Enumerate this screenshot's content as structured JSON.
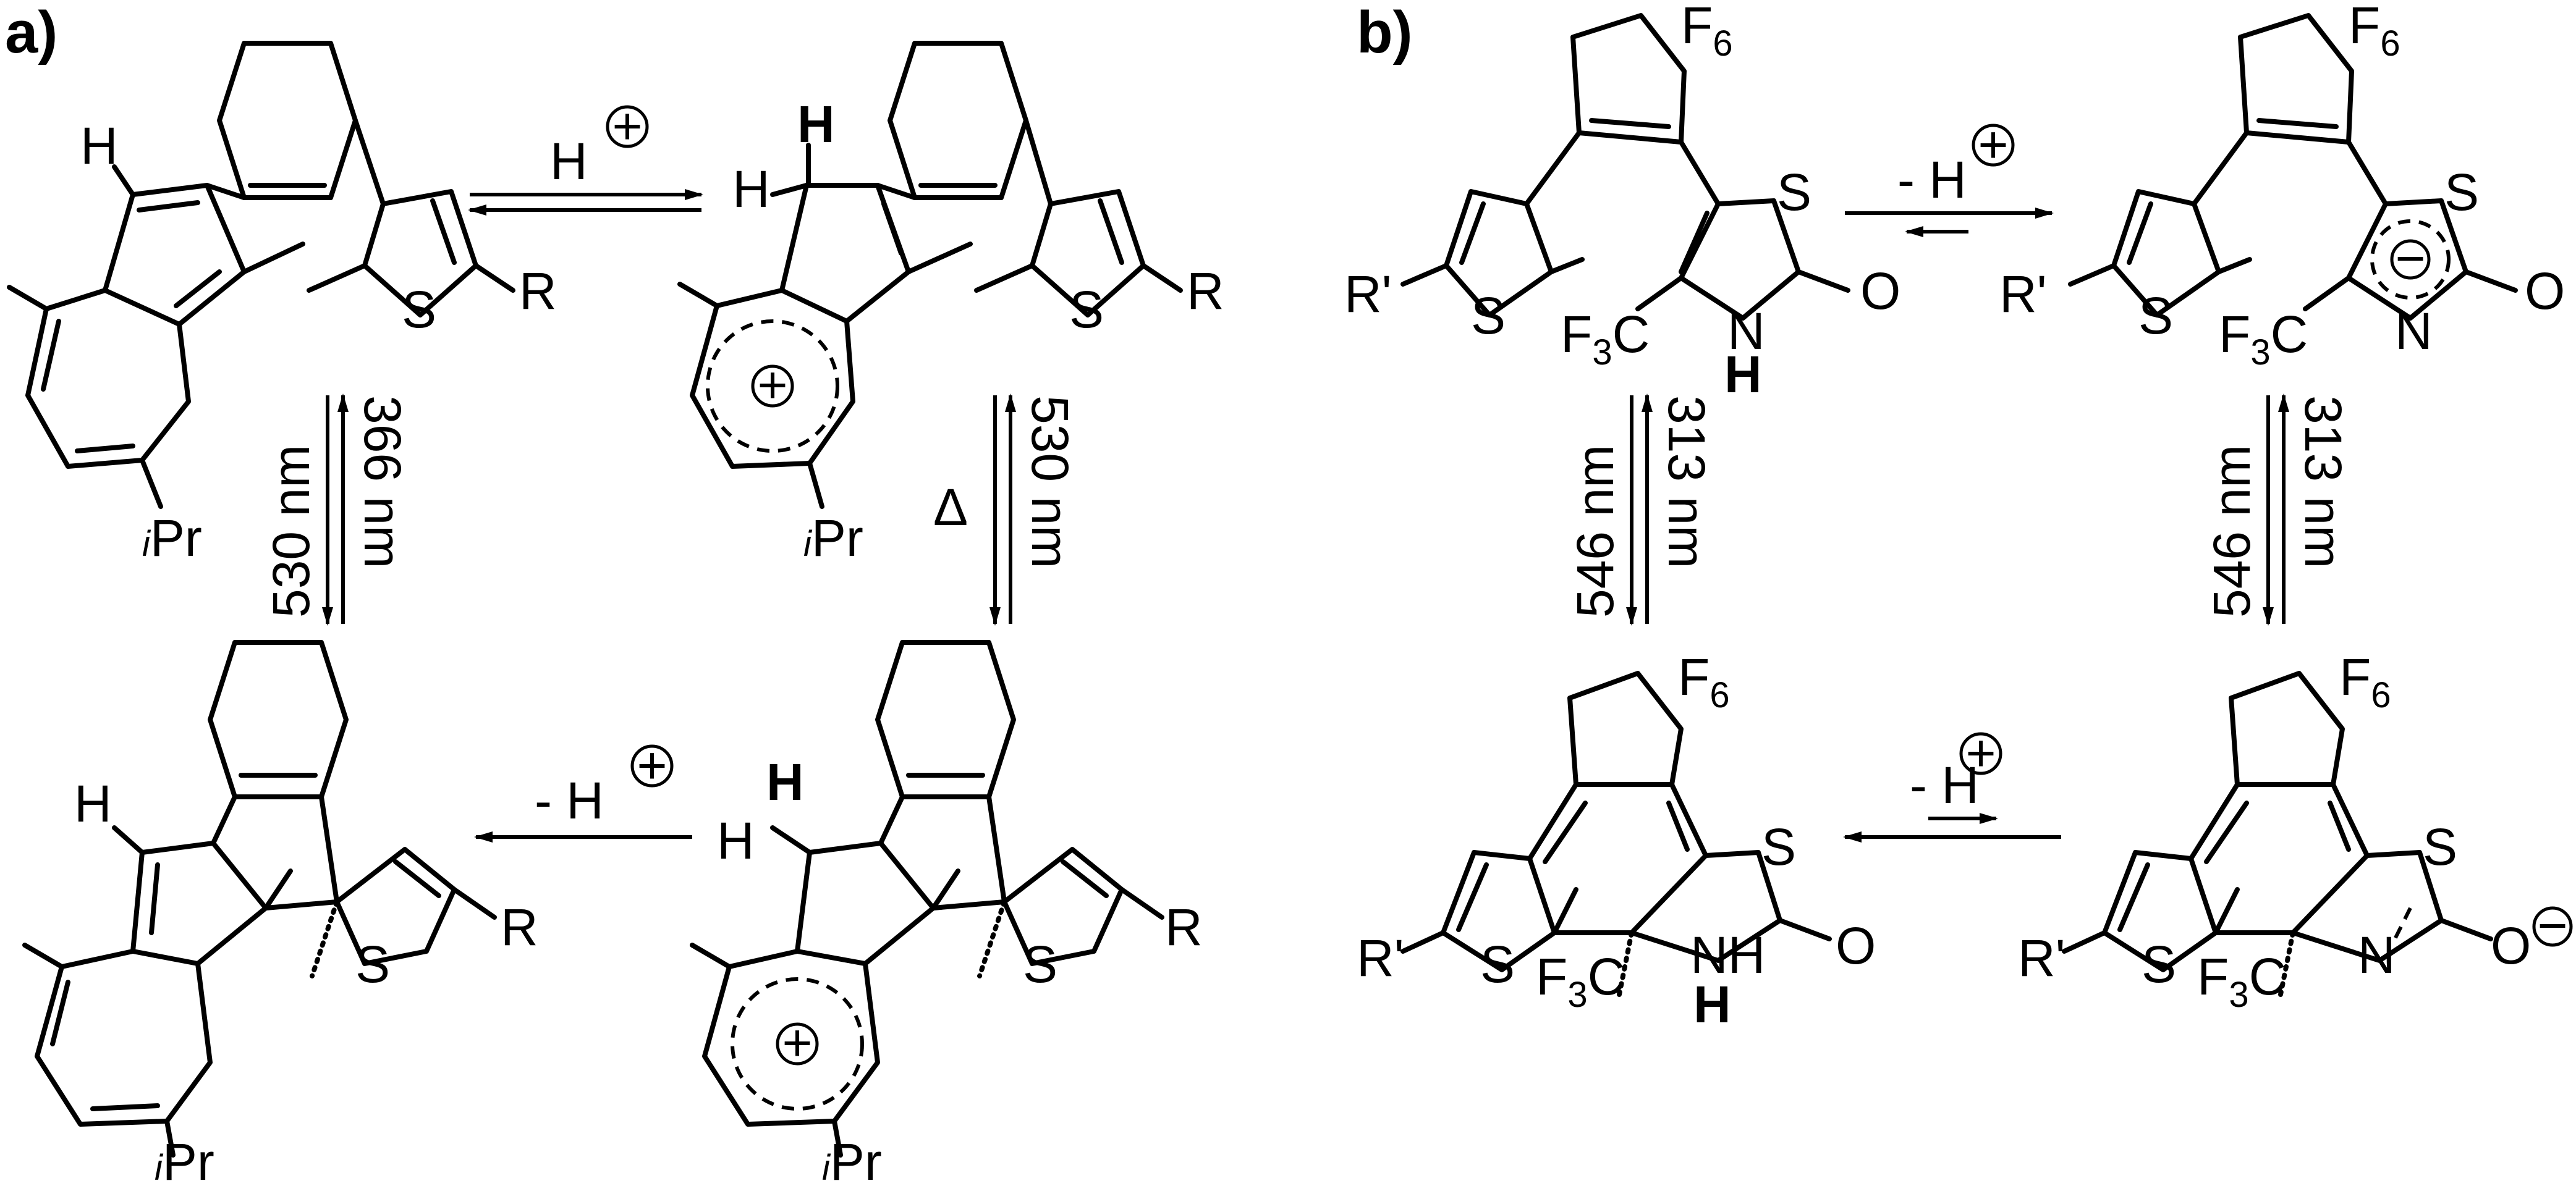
{
  "panels": {
    "a": {
      "label": "a)"
    },
    "b": {
      "label": "b)"
    }
  },
  "atoms": {
    "H": "H",
    "S": "S",
    "R": "R",
    "Rp": "R'",
    "O": "O",
    "N": "N",
    "NH": "NH",
    "iPr_sup": "i",
    "iPr": "Pr",
    "F": "F",
    "six": "6",
    "F3C_F": "F",
    "three": "3",
    "F3C_C": "C",
    "plus": "+",
    "minus": "−"
  },
  "arrows": {
    "a_top_reagent": "H",
    "a_bottom_reagent": "- H",
    "a_left_down": "366 nm",
    "a_left_up": "530 nm",
    "a_right_up": "530 nm",
    "a_right_heat": "Δ",
    "b_top_reagent": "- H",
    "b_bottom_reagent": "- H",
    "b_left_down": "313 nm",
    "b_left_up": "546 nm",
    "b_right_down": "313 nm",
    "b_right_up": "546 nm"
  }
}
